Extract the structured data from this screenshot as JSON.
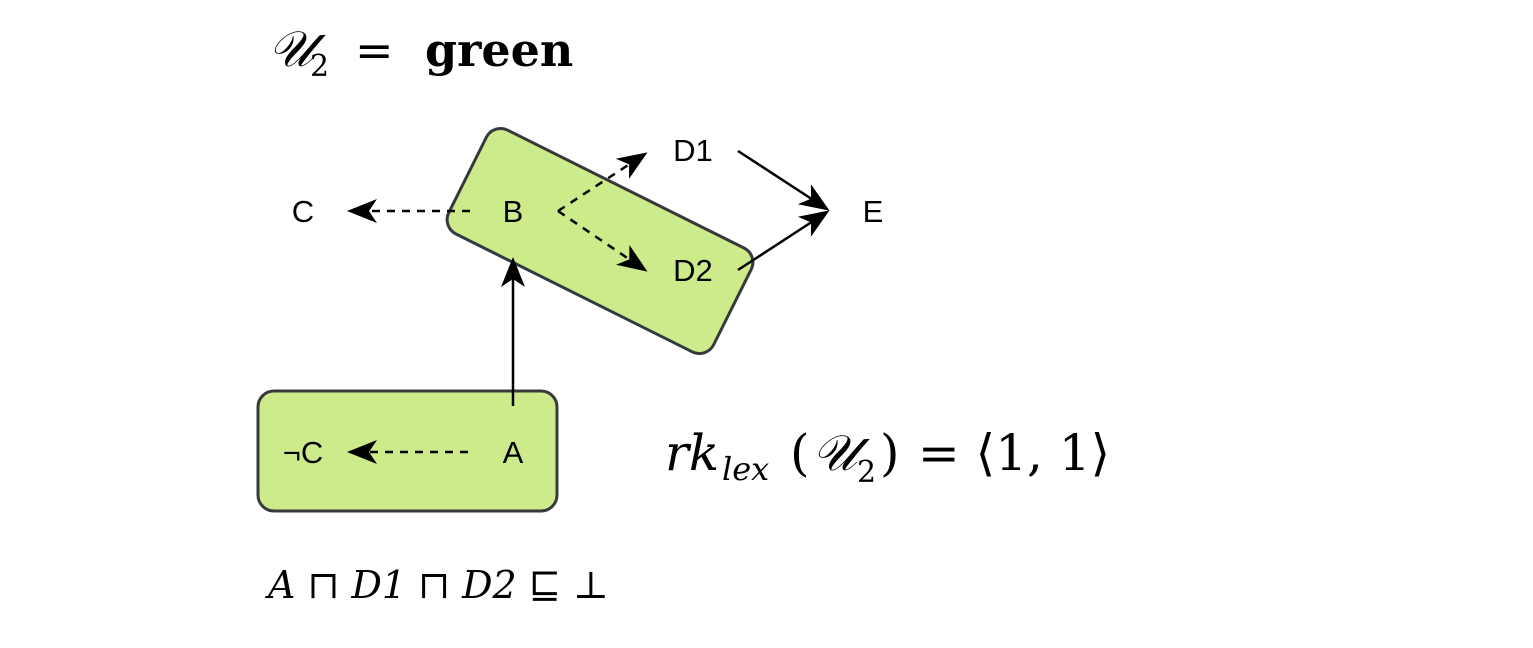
{
  "title": {
    "symbol": "𝒰",
    "subscript": "2",
    "equals": "=",
    "word": "green"
  },
  "nodes": {
    "C": "C",
    "B": "B",
    "D1": "D1",
    "D2": "D2",
    "E": "E",
    "notC": "¬C",
    "A": "A"
  },
  "rank_formula": {
    "rk": "rk",
    "sub": "lex",
    "open_paren": "(",
    "symbol": "𝒰",
    "symbol_sub": "2",
    "close_paren": ")",
    "rest": " = ⟨1, 1⟩"
  },
  "axiom": "A ⊓ D1 ⊓ D2 ⊑ ⊥",
  "colors": {
    "box_fill": "#cdeb8b",
    "box_stroke": "#36393d"
  }
}
